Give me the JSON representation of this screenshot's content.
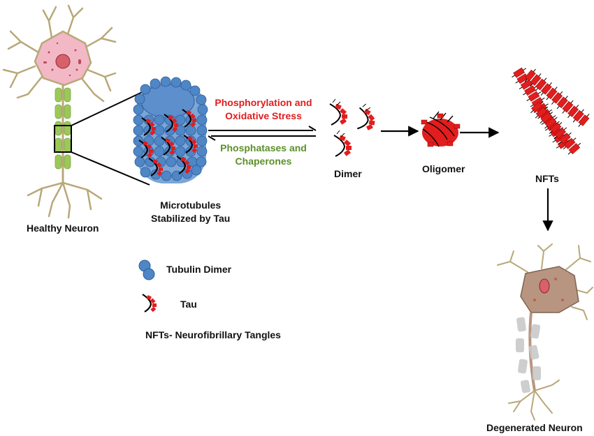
{
  "labels": {
    "healthy_neuron": "Healthy Neuron",
    "microtubules_line1": "Microtubules",
    "microtubules_line2": "Stabilized by Tau",
    "forward_line1": "Phosphorylation and",
    "forward_line2": "Oxidative Stress",
    "reverse_line1": "Phosphatases and",
    "reverse_line2": "Chaperones",
    "dimer": "Dimer",
    "oligomer": "Oligomer",
    "nfts": "NFTs",
    "degenerated_neuron": "Degenerated Neuron"
  },
  "legend": {
    "tubulin": "Tubulin Dimer",
    "tau": "Tau",
    "nft_def": "NFTs- Neurofibrillary Tangles"
  },
  "colors": {
    "forward_text": "#e21d1d",
    "reverse_text": "#5b8f2a",
    "tubulin_blue": "#4f86c6",
    "tau_red": "#e21d1d",
    "healthy_soma": "#f2b8c6",
    "degenerated_soma": "#b89580",
    "myelin_green": "#9cc85a",
    "dendrite": "#b8a878"
  }
}
